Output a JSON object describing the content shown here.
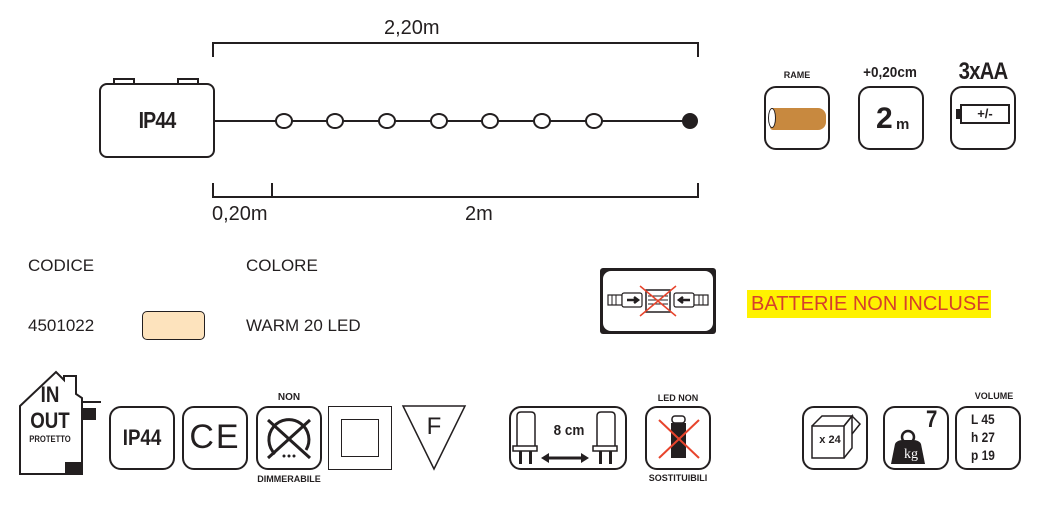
{
  "diagram": {
    "total_length_label": "2,20m",
    "lead_length_label": "0,20m",
    "lit_length_label": "2m",
    "battery_box_label": "IP44",
    "bulb_count_drawn": 7,
    "end_cap": "filled-dot"
  },
  "feature_icons_top": [
    {
      "name": "rame",
      "caption": "RAME",
      "icon": "copper-wire-icon",
      "color": "#c8893f"
    },
    {
      "name": "lead-length",
      "caption": "+0,20cm",
      "value": "2",
      "unit": "m"
    },
    {
      "name": "batteries",
      "caption": "3xAA",
      "inner_text": "+/-",
      "icon": "battery-icon"
    }
  ],
  "product_info": {
    "code_header": "CODICE",
    "color_header": "COLORE",
    "code_value": "4501022",
    "color_swatch": "#fde3bd",
    "color_value": "WARM 20 LED"
  },
  "notice": {
    "text": "BATTERIE NON INCLUSE",
    "text_color": "#d6402b",
    "highlight_color": "#fff200",
    "connector_icon": "non-connectable-icon"
  },
  "bottom_icons": {
    "house": {
      "line1": "IN",
      "line2": "OUT",
      "line3": "PROTETTO"
    },
    "ip": {
      "label": "IP44"
    },
    "ce": {
      "label": "CE"
    },
    "dimmable": {
      "top": "NON",
      "bottom": "DIMMERABILE"
    },
    "class2": {
      "label": ""
    },
    "f_mark": {
      "label": "F"
    },
    "spacing": {
      "label": "8 cm"
    },
    "led": {
      "top": "LED NON",
      "bottom": "SOSTITUIBILI"
    },
    "carton": {
      "label": "x 24"
    },
    "weight": {
      "value": "7",
      "unit": "kg"
    },
    "volume": {
      "title": "VOLUME",
      "l": "L 45",
      "h": "h 27",
      "p": "p 19"
    }
  },
  "colors": {
    "ink": "#231f20",
    "red_cross": "#e8442c",
    "copper": "#c8893f"
  }
}
